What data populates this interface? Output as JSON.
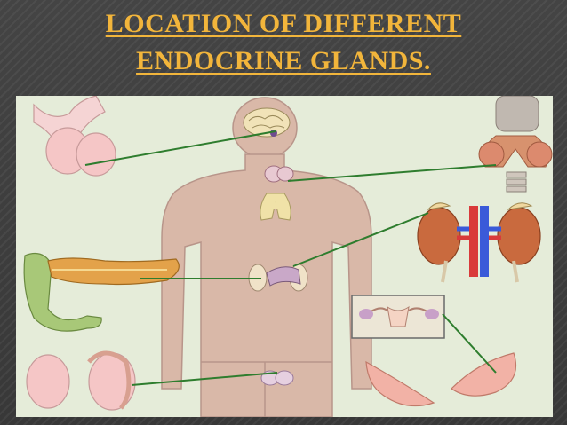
{
  "slide": {
    "title_line1": "LOCATION OF DIFFERENT",
    "title_line2": "ENDOCRINE GLANDS."
  },
  "colors": {
    "title": "#f2b53b",
    "background": "#3d3d3d",
    "diagram_bg": "#e5ecd9",
    "body_silhouette": "#d9b8a8",
    "pointer_line": "#2e7d2e"
  },
  "diagram": {
    "glands": [
      {
        "name": "pituitary",
        "icon": "brain-pituitary-icon"
      },
      {
        "name": "thyroid",
        "icon": "thyroid-icon"
      },
      {
        "name": "thymus",
        "icon": "thymus-icon"
      },
      {
        "name": "adrenal",
        "icon": "kidney-adrenal-icon"
      },
      {
        "name": "pancreas",
        "icon": "pancreas-icon"
      },
      {
        "name": "ovary",
        "icon": "ovary-icon"
      },
      {
        "name": "testes",
        "icon": "testes-icon"
      }
    ]
  }
}
